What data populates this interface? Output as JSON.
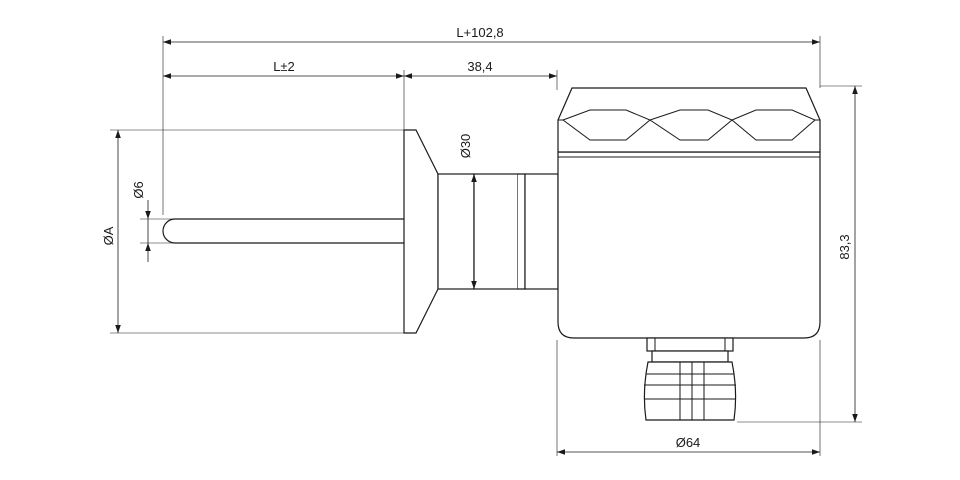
{
  "dimensions": {
    "overall_length": "L+102,8",
    "probe_length": "L±2",
    "adapter_length": "38,4",
    "adapter_diameter": "Ø30",
    "probe_diameter": "Ø6",
    "flange_diameter": "ØA",
    "housing_height": "83,3",
    "housing_diameter": "Ø64"
  }
}
